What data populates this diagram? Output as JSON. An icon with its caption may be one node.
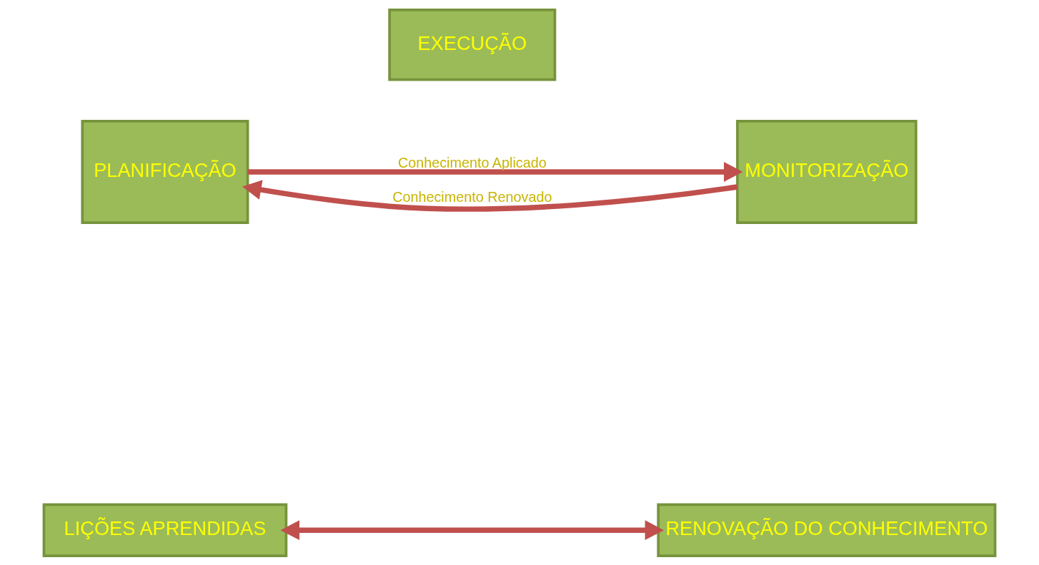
{
  "diagram": {
    "nodes": [
      {
        "text": [
          "LIÇÕES APRENDIDAS"
        ]
      },
      {
        "text": [
          "RENOVAÇÃO DO CONHECIMENTO"
        ]
      },
      {
        "text": [
          "PLANIFICAÇÃO"
        ]
      },
      {
        "text": [
          "EXECUÇÃO"
        ]
      },
      {
        "text": [
          "MONITORIZAÇÃO"
        ]
      }
    ],
    "edges": [
      {
        "from": 0,
        "to": 1,
        "arrow": "both"
      },
      {
        "from": 2,
        "to": 4,
        "arrow": "to",
        "label": "Conhecimento Aplicado"
      },
      {
        "from": 4,
        "to": 2,
        "arrow": "to",
        "label": "Conhecimento Renovado"
      }
    ]
  }
}
